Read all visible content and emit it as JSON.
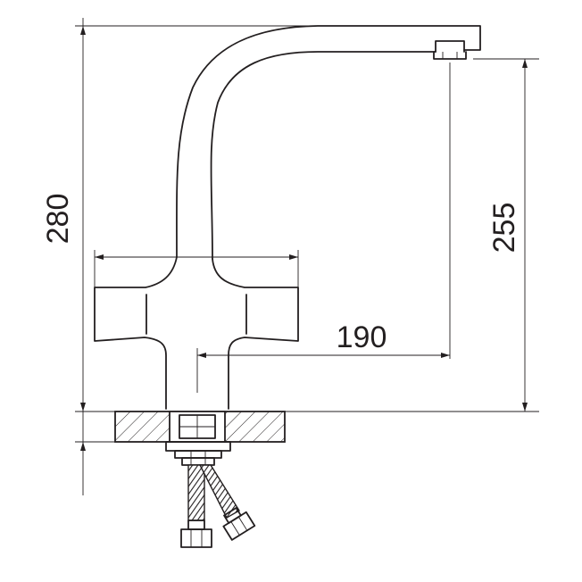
{
  "dimensions": {
    "overall_height": "280",
    "spout_height": "255",
    "spout_reach": "190"
  },
  "colors": {
    "ink": "#231f20",
    "background": "#ffffff"
  }
}
